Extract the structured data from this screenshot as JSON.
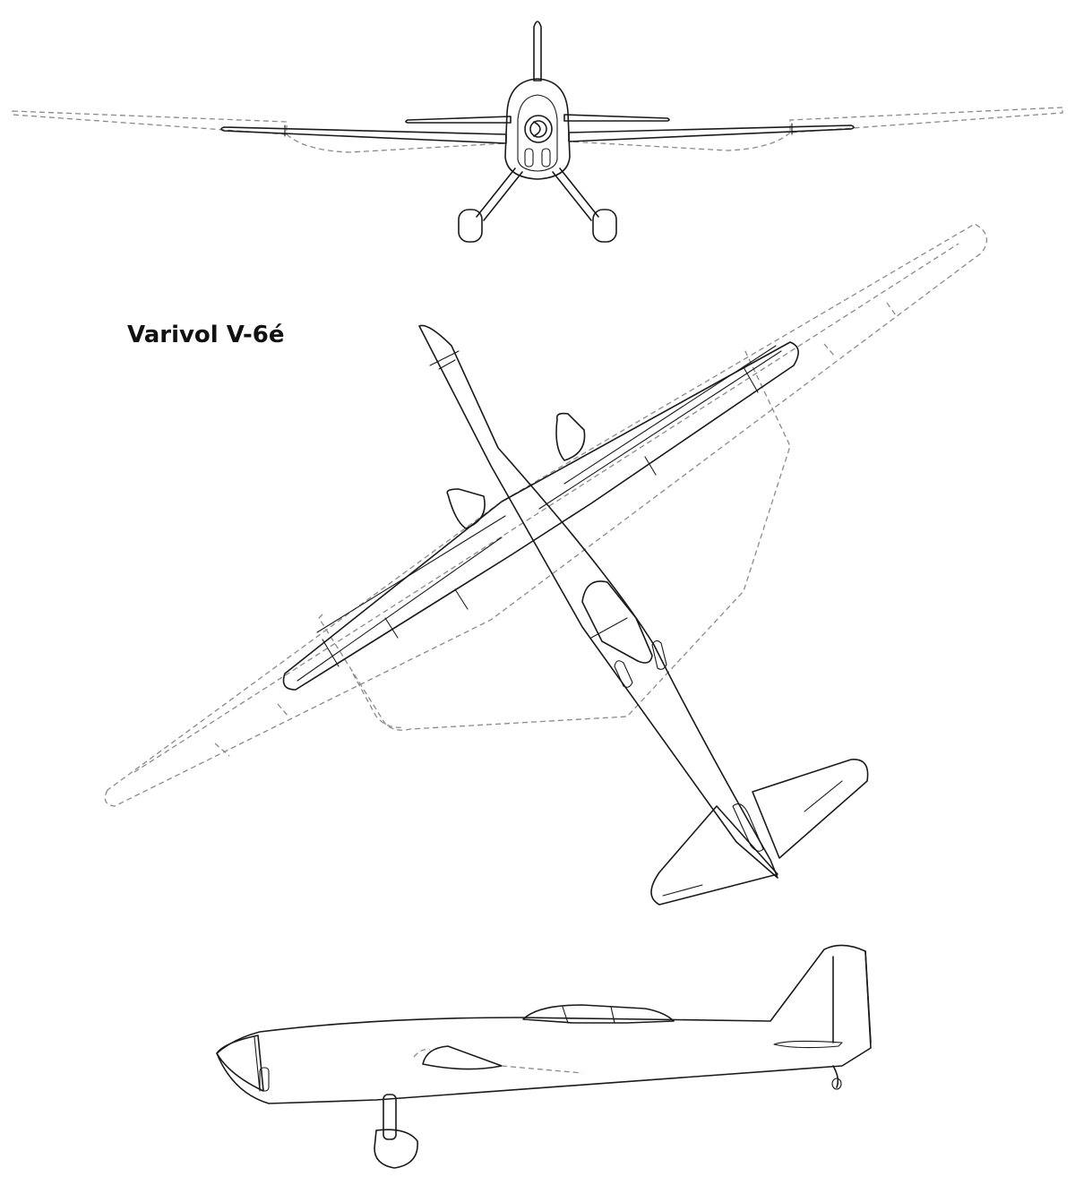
{
  "title": "Varivol V-6é",
  "views": [
    "front-view",
    "top-view",
    "side-view"
  ],
  "colors": {
    "line": "#1a1a1a",
    "extended_wing_dashed": "#8a8a8a",
    "background": "#ffffff"
  }
}
